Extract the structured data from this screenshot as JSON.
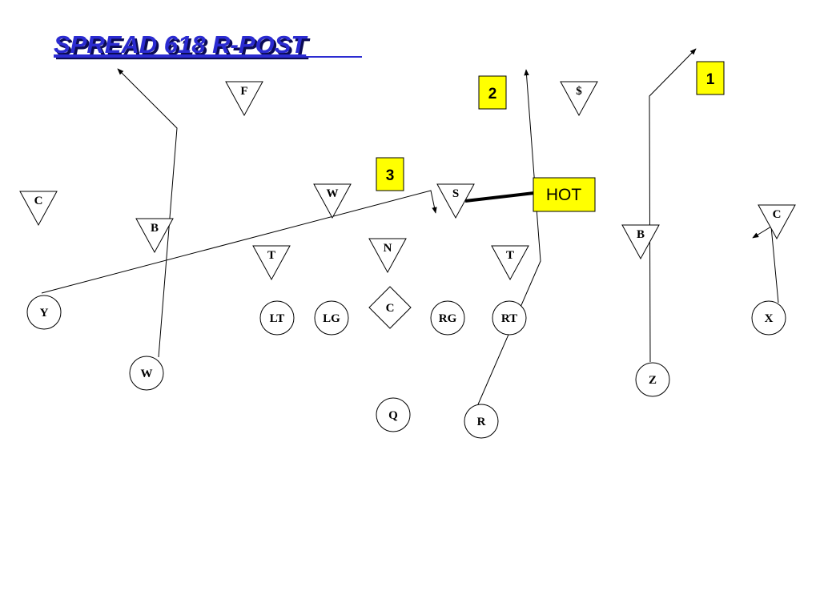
{
  "title": "SPREAD 618 R-POST",
  "colors": {
    "title": "#2b2bd1",
    "callout_fill": "#ffff00",
    "ink": "#000000"
  },
  "offense": [
    {
      "id": "y",
      "label": "Y"
    },
    {
      "id": "w",
      "label": "W"
    },
    {
      "id": "lt",
      "label": "LT"
    },
    {
      "id": "lg",
      "label": "LG"
    },
    {
      "id": "rg",
      "label": "RG"
    },
    {
      "id": "rt",
      "label": "RT"
    },
    {
      "id": "q",
      "label": "Q"
    },
    {
      "id": "r",
      "label": "R"
    },
    {
      "id": "z",
      "label": "Z"
    },
    {
      "id": "x",
      "label": "X"
    }
  ],
  "center": {
    "id": "c",
    "label": "C"
  },
  "defense": [
    {
      "id": "f",
      "label": "F"
    },
    {
      "id": "dollar",
      "label": "$"
    },
    {
      "id": "c-left",
      "label": "C"
    },
    {
      "id": "b-left",
      "label": "B"
    },
    {
      "id": "w",
      "label": "W"
    },
    {
      "id": "s",
      "label": "S"
    },
    {
      "id": "t-left",
      "label": "T"
    },
    {
      "id": "n",
      "label": "N"
    },
    {
      "id": "t-right",
      "label": "T"
    },
    {
      "id": "b-right",
      "label": "B"
    },
    {
      "id": "c-right",
      "label": "C"
    }
  ],
  "reads": [
    {
      "id": "read-1",
      "label": "1"
    },
    {
      "id": "read-2",
      "label": "2"
    },
    {
      "id": "read-3",
      "label": "3"
    }
  ],
  "hot": {
    "label": "HOT"
  }
}
